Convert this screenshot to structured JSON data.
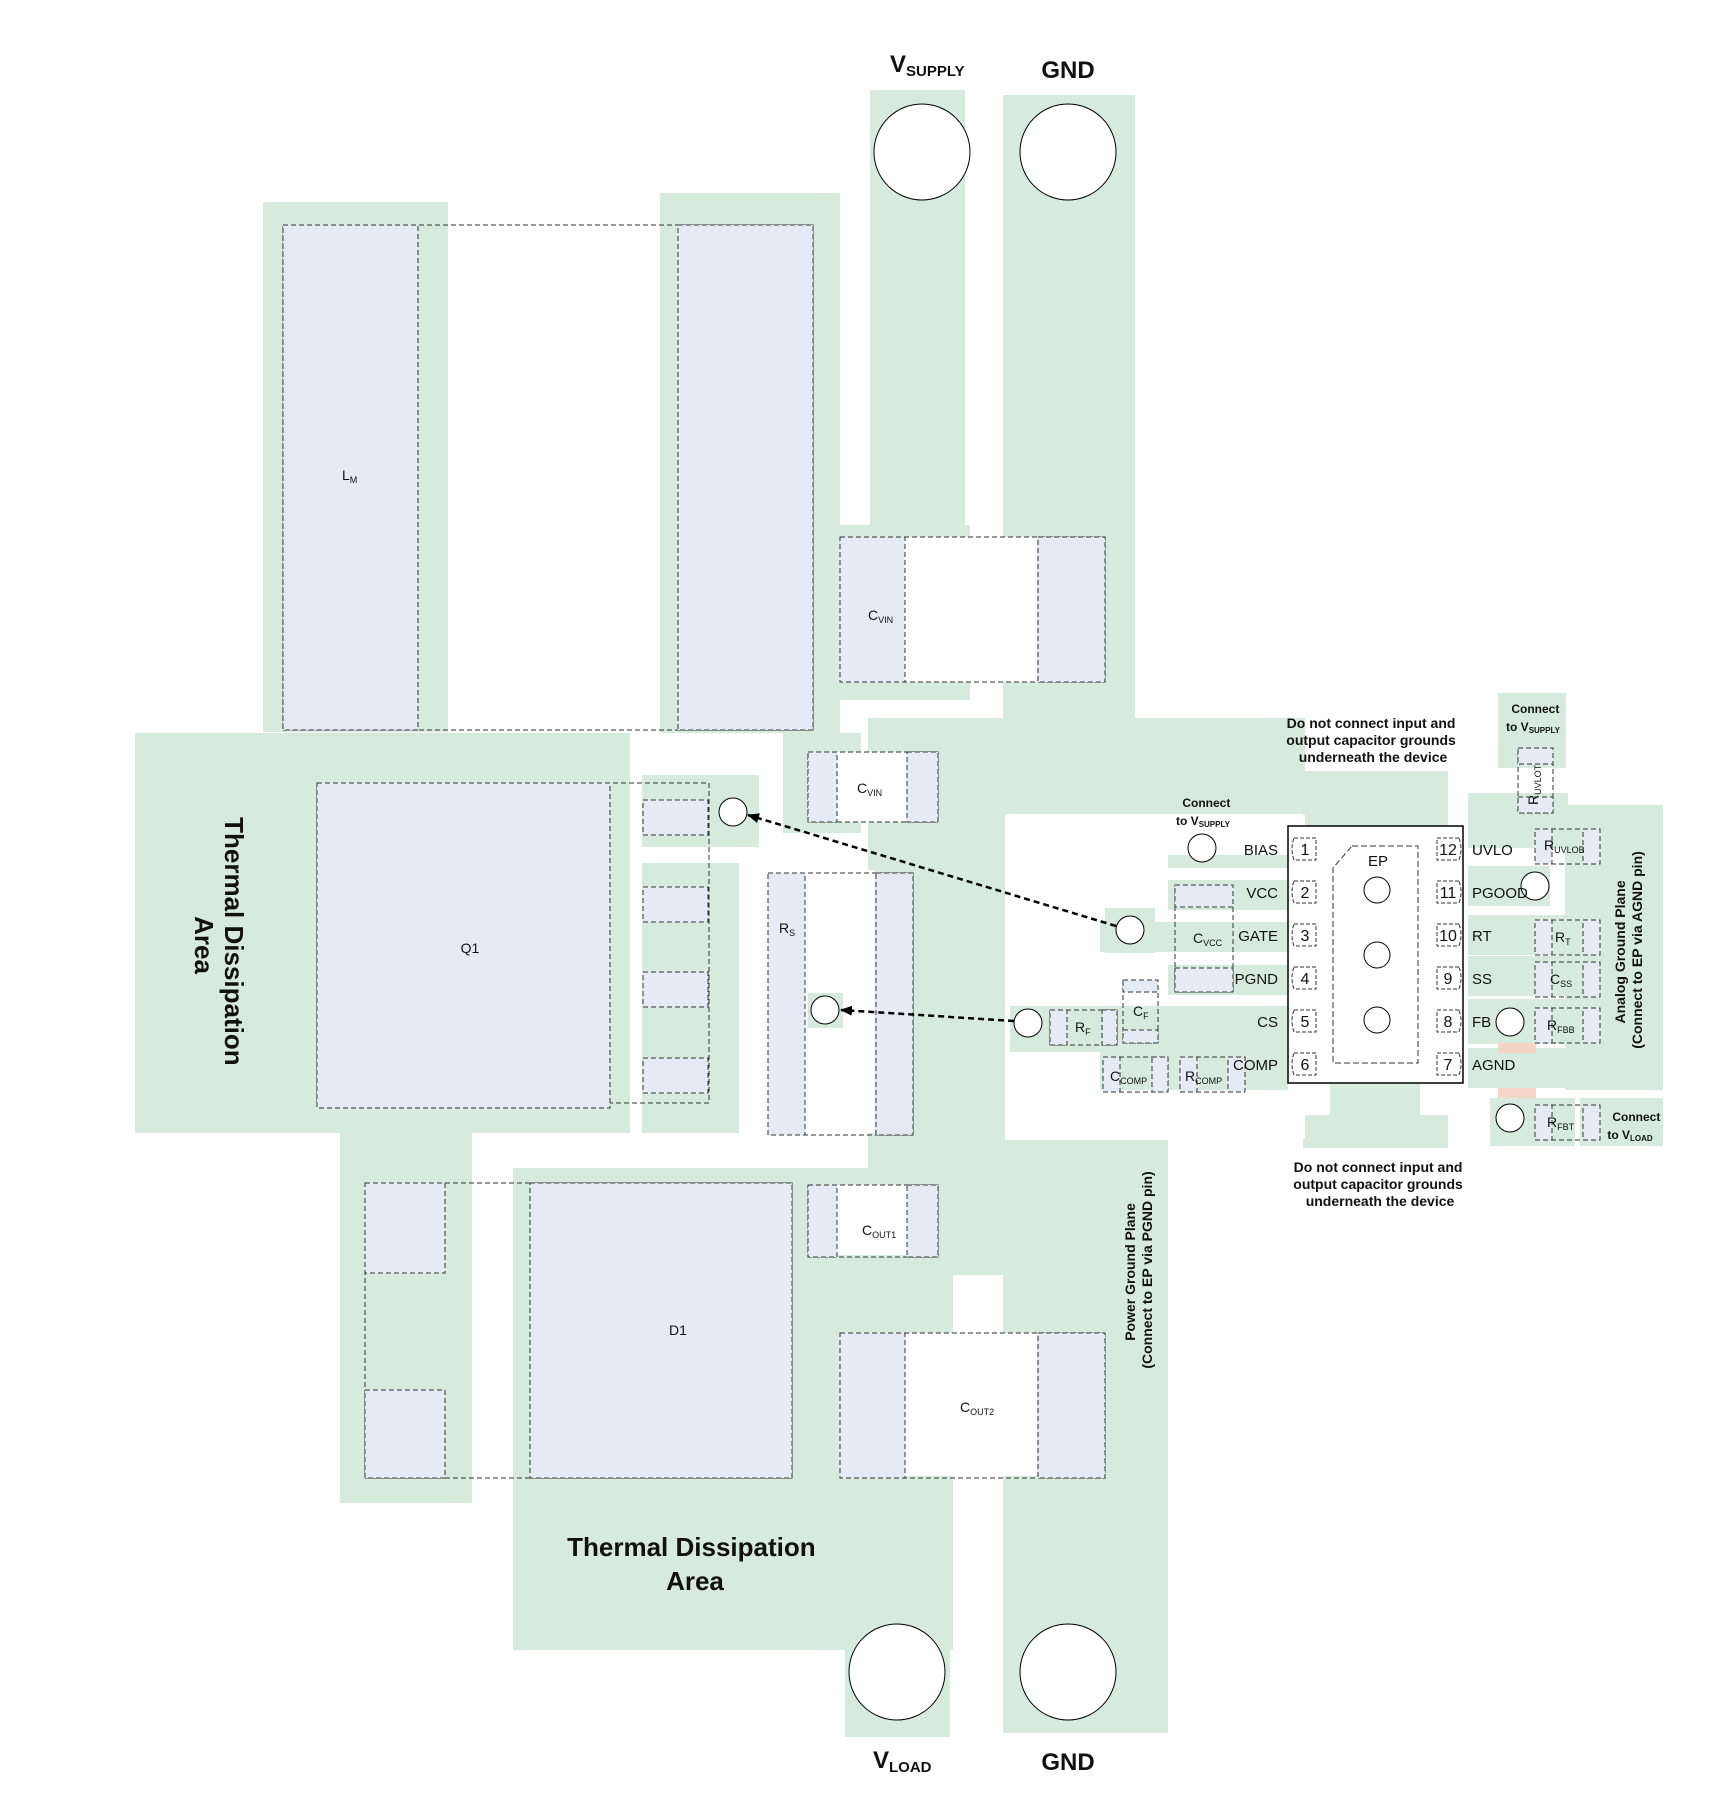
{
  "palette": {
    "copper": "#d6ebdd",
    "pad": "#e4ebf5",
    "outline": "#333333",
    "resistor_highlight": "#f5d5c5"
  },
  "terminals": {
    "vsupply": {
      "main": "V",
      "sub": "SUPPLY"
    },
    "gnd_top": "GND",
    "vload": {
      "main": "V",
      "sub": "LOAD"
    },
    "gnd_bottom": "GND"
  },
  "areas": {
    "thermal_left": [
      "Thermal Dissipation",
      "Area"
    ],
    "thermal_bottom": [
      "Thermal Dissipation",
      "Area"
    ],
    "power_ground": [
      "Power Ground Plane",
      "(Connect to EP via PGND pin)"
    ],
    "analog_ground": [
      "Analog Ground Plane",
      "(Connect to EP via AGND pin)"
    ]
  },
  "notes": {
    "top": [
      "Do not connect input and",
      "output capacitor grounds",
      "underneath the device"
    ],
    "bottom": [
      "Do not connect input and",
      "output capacitor grounds",
      "underneath the device"
    ],
    "connect_vsupply_bias": {
      "line1": "Connect",
      "prefix": "to V",
      "sub": "SUPPLY"
    },
    "connect_vsupply_uvlo": {
      "line1": "Connect",
      "prefix": "to V",
      "sub": "SUPPLY"
    },
    "connect_vload": {
      "line1": "Connect",
      "prefix": "to V",
      "sub": "LOAD"
    }
  },
  "components": {
    "lm": {
      "main": "L",
      "sub": "M"
    },
    "q1": {
      "main": "Q1"
    },
    "d1": {
      "main": "D1"
    },
    "cvin1": {
      "main": "C",
      "sub": "VIN"
    },
    "cvin2": {
      "main": "C",
      "sub": "VIN"
    },
    "rs": {
      "main": "R",
      "sub": "S"
    },
    "cout1": {
      "main": "C",
      "sub": "OUT1"
    },
    "cout2": {
      "main": "C",
      "sub": "OUT2"
    },
    "cvcc": {
      "main": "C",
      "sub": "VCC"
    },
    "cf": {
      "main": "C",
      "sub": "F"
    },
    "rf": {
      "main": "R",
      "sub": "F"
    },
    "ccomp": {
      "main": "C",
      "sub": "COMP"
    },
    "rcomp": {
      "main": "R",
      "sub": "COMP"
    },
    "ruvlot": {
      "main": "R",
      "sub": "UVLOT"
    },
    "ruvlob": {
      "main": "R",
      "sub": "UVLOB"
    },
    "rt": {
      "main": "R",
      "sub": "T"
    },
    "css": {
      "main": "C",
      "sub": "SS"
    },
    "rfbb": {
      "main": "R",
      "sub": "FBB"
    },
    "rfbt": {
      "main": "R",
      "sub": "FBT"
    }
  },
  "ic": {
    "ep_label": "EP",
    "left_pins": [
      {
        "num": "1",
        "name": "BIAS"
      },
      {
        "num": "2",
        "name": "VCC"
      },
      {
        "num": "3",
        "name": "GATE"
      },
      {
        "num": "4",
        "name": "PGND"
      },
      {
        "num": "5",
        "name": "CS"
      },
      {
        "num": "6",
        "name": "COMP"
      }
    ],
    "right_pins": [
      {
        "num": "12",
        "name": "UVLO"
      },
      {
        "num": "11",
        "name": "PGOOD"
      },
      {
        "num": "10",
        "name": "RT"
      },
      {
        "num": "9",
        "name": "SS"
      },
      {
        "num": "8",
        "name": "FB"
      },
      {
        "num": "7",
        "name": "AGND"
      }
    ]
  }
}
